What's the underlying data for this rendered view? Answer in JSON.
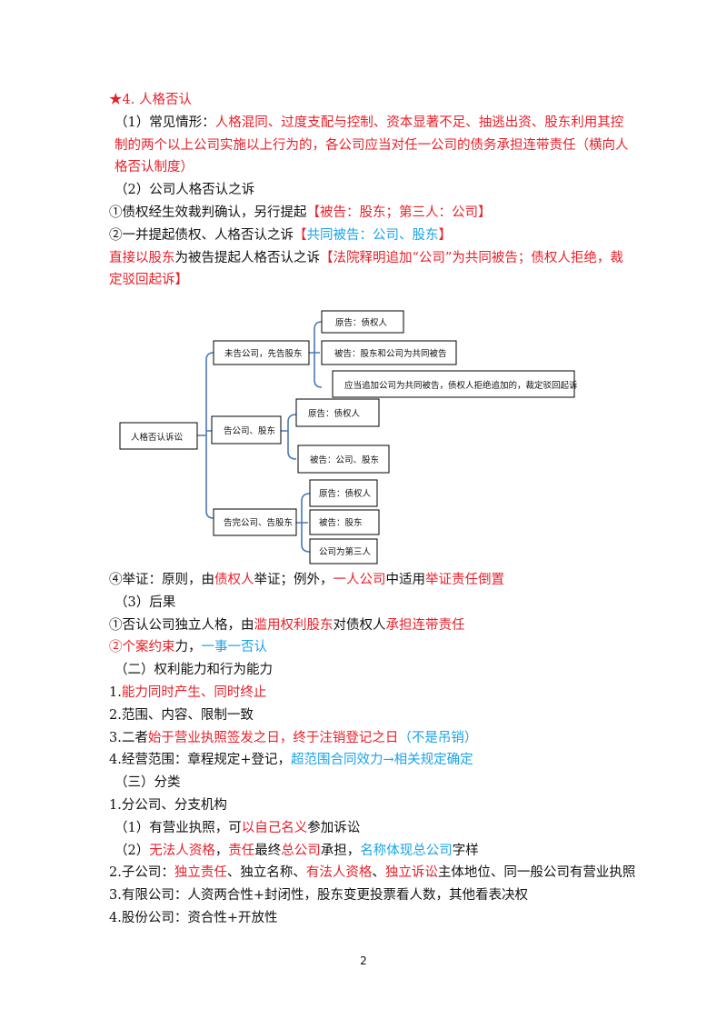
{
  "section_title": "★4. 人格否认",
  "common_cases": {
    "label": "（1）常见情形：",
    "text_red": "人格混同、过度支配与控制、资本显著不足、抽逃出资、股东利用其控制的两个以上公司实施以上行为的，各公司应当对任一公司的债务承担连带责任（横向人格否认制度）"
  },
  "lawsuit_heading": "（2）公司人格否认之诉",
  "item1": {
    "text": "①债权经生效裁判确认，另行提起",
    "bracket_red": "【被告：股东；第三人：公司】"
  },
  "item2": {
    "text": "②一并提起债权、人格否认之诉",
    "bracket_open": "【",
    "bracket_blue": "共同被告：公司、股东",
    "bracket_close": "】"
  },
  "item3": {
    "red_a": "直接以股东",
    "text_b": "为被告提起人格否认之诉",
    "bracket_red": "【法院释明追加“公司”为共同被告；债权人拒绝，裁定驳回起诉】"
  },
  "diagram": {
    "root": "人格否认诉讼",
    "branches": [
      {
        "label": "未告公司，先告股东",
        "children": [
          "原告：债权人",
          "被告：股东和公司为共同被告",
          "应当追加公司为共同被告，债权人拒绝追加的，裁定驳回起诉"
        ]
      },
      {
        "label": "告公司、股东",
        "children": [
          "原告：债权人",
          "被告：公司、股东"
        ]
      },
      {
        "label": "告完公司、告股东",
        "children": [
          "原告：债权人",
          "被告：股东",
          "公司为第三人"
        ]
      }
    ]
  },
  "item4": {
    "a": "④举证：原则，由",
    "b_red": "债权人",
    "c": "举证；例外，",
    "d_red": "一人公司",
    "e": "中适用",
    "f_red": "举证责任倒置"
  },
  "consequence_heading": "（3）后果",
  "cons1": {
    "a": "①否认公司独立人格，由",
    "b_red": "滥用权利股东",
    "c": "对债权人",
    "d_red": "承担连带责任"
  },
  "cons2": {
    "a_red": "②个案约束",
    "b": "力，",
    "c_blue": "一事一否认"
  },
  "ability_heading": "（二）权利能力和行为能力",
  "ab1": {
    "a": "1.",
    "b_red": "能力同时产生、同时终止"
  },
  "ab2": "2.范围、内容、限制一致",
  "ab3": {
    "a": "3.二者",
    "b_red": "始于营业执照签发之日，终于注销登记之日",
    "c_blue": "（不是吊销）"
  },
  "ab4": {
    "a": "4.经营范围：章程规定+登记，",
    "b_blue": "超范围合同效力→相关规定确定"
  },
  "class_heading": "（三）分类",
  "c1": "1.分公司、分支机构",
  "c1a": {
    "a": "（1）有营业执照，可",
    "b_red": "以自己名义",
    "c": "参加诉讼"
  },
  "c1b": {
    "a": "（2）",
    "b_red": "无法人资格",
    "c": "，",
    "d_red": "责任",
    "e": "最终",
    "f_red": "总公司",
    "g": "承担，",
    "h_blue": "名称体现总公司",
    "i": "字样"
  },
  "c2": {
    "a": "2.子公司：",
    "b_red": "独立责任",
    "c": "、独立名称、",
    "d_red": "有法人资格",
    "e": "、",
    "f_red": "独立诉讼",
    "g": "主体地位、同一般公司有营业执照"
  },
  "c3": "3.有限公司：人资两合性+封闭性，股东变更投票看人数，其他看表决权",
  "c4": "4.股份公司：资合性+开放性",
  "page_number": "2"
}
